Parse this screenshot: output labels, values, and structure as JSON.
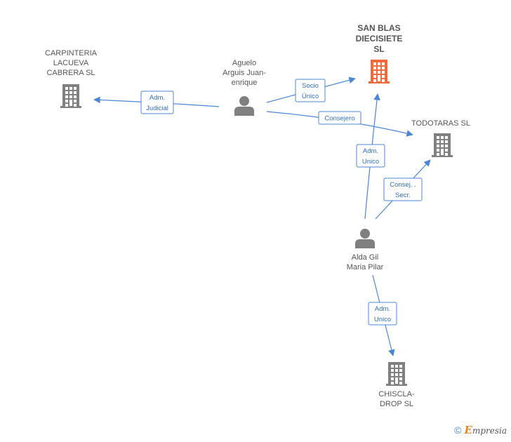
{
  "colors": {
    "edge": "#4a86d4",
    "main_building": "#f26a3a",
    "building": "#808080",
    "person": "#808080"
  },
  "nodes": [
    {
      "id": "san-blas",
      "type": "company",
      "main": true,
      "lines": [
        "SAN BLAS",
        "DIECISIETE",
        "SL"
      ]
    },
    {
      "id": "carpinteria",
      "type": "company",
      "main": false,
      "lines": [
        "CARPINTERIA",
        "LACUEVA",
        "CABRERA  SL"
      ]
    },
    {
      "id": "todotaras",
      "type": "company",
      "main": false,
      "lines": [
        "TODOTARAS  SL"
      ]
    },
    {
      "id": "chiscla",
      "type": "company",
      "main": false,
      "lines": [
        "CHISCLA-",
        "DROP SL"
      ]
    },
    {
      "id": "aguelo",
      "type": "person",
      "main": false,
      "lines": [
        "Aguelo",
        "Arguis Juan-",
        "enrique"
      ]
    },
    {
      "id": "alda",
      "type": "person",
      "main": false,
      "lines": [
        "Alda Gil",
        "Maria Pilar"
      ]
    }
  ],
  "edges": [
    {
      "id": "aguelo-carpinteria",
      "from": "aguelo",
      "to": "carpinteria",
      "lines": [
        "Adm.",
        "Judicial"
      ]
    },
    {
      "id": "aguelo-sanblas",
      "from": "aguelo",
      "to": "san-blas",
      "lines": [
        "Socio",
        "Único"
      ]
    },
    {
      "id": "aguelo-todotaras",
      "from": "aguelo",
      "to": "todotaras",
      "lines": [
        "Consejero"
      ]
    },
    {
      "id": "alda-sanblas",
      "from": "alda",
      "to": "san-blas",
      "lines": [
        "Adm.",
        "Unico"
      ]
    },
    {
      "id": "alda-todotaras",
      "from": "alda",
      "to": "todotaras",
      "lines": [
        "Consej. .",
        "Secr."
      ]
    },
    {
      "id": "alda-chiscla",
      "from": "alda",
      "to": "chiscla",
      "lines": [
        "Adm.",
        "Unico"
      ]
    }
  ],
  "footer": {
    "copyright": "©",
    "brand_initial": "E",
    "brand_rest": "mpresia"
  }
}
